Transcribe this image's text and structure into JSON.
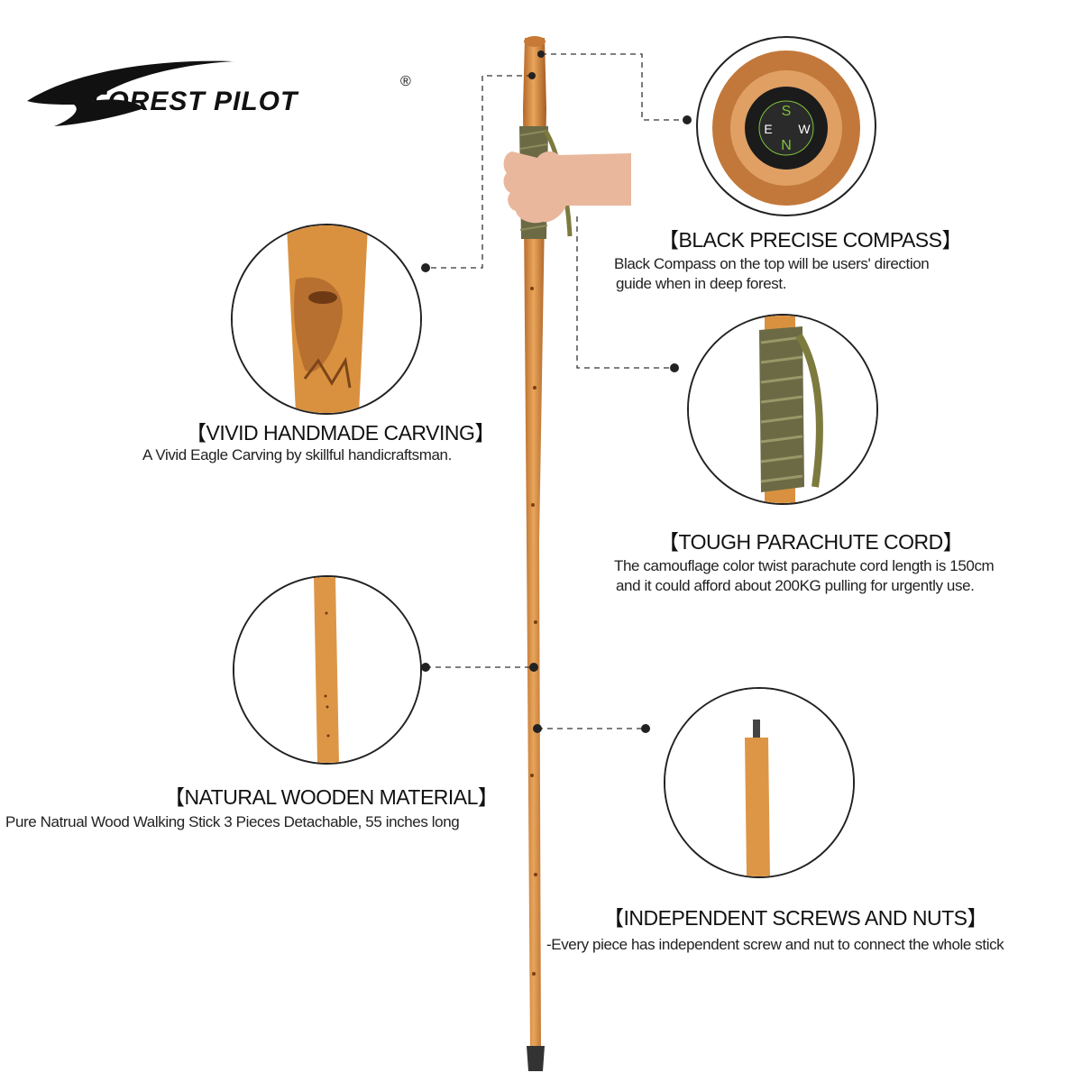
{
  "brand": {
    "name": "FOREST PILOT",
    "registered": "®"
  },
  "features": [
    {
      "heading": "【BLACK PRECISE COMPASS】",
      "lines": [
        "Black Compass on the top will be users' direction",
        "guide when in deep forest."
      ],
      "icon": "compass-closeup"
    },
    {
      "heading": "【VIVID HANDMADE CARVING】",
      "lines": [
        "A Vivid Eagle Carving by skillful handicraftsman."
      ],
      "icon": "eagle-carving-closeup"
    },
    {
      "heading": "【TOUGH PARACHUTE CORD】",
      "lines": [
        "The camouflage color twist parachute cord length is 150cm",
        "and it could afford about 200KG pulling for urgently use."
      ],
      "icon": "parachute-cord-closeup"
    },
    {
      "heading": "【NATURAL WOODEN MATERIAL】",
      "lines": [
        "Pure Natrual Wood Walking Stick 3 Pieces Detachable, 55 inches long"
      ],
      "icon": "wood-shaft-closeup"
    },
    {
      "heading": "【INDEPENDENT SCREWS AND NUTS】",
      "lines": [
        "-Every piece has independent screw and nut to connect the whole stick"
      ],
      "icon": "screw-joint-closeup"
    }
  ],
  "compass_letters": {
    "north": "N",
    "south": "S",
    "east": "E",
    "west": "W"
  },
  "colors": {
    "wood": "#d9913f",
    "wood_dark": "#a8642a",
    "cord": "#6b6a45",
    "compass": "#1b1b1b",
    "compass_green": "#7fc33a"
  }
}
